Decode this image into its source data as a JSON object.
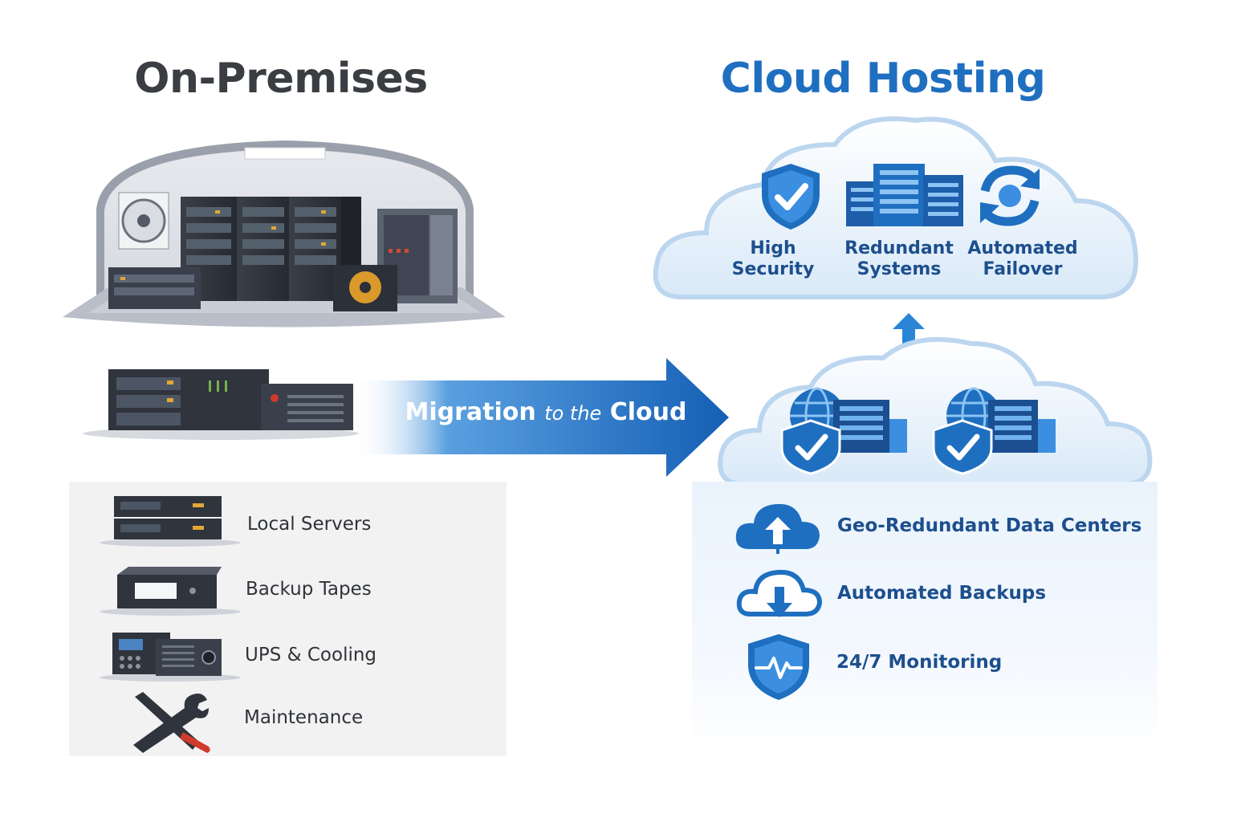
{
  "colors": {
    "brand_blue": "#1f6fc0",
    "dark_text": "#3a3d42",
    "cloud_text": "#1d4f8e"
  },
  "left": {
    "title": "On-Premises",
    "items": [
      {
        "icon": "server-stack-icon",
        "label": "Local Servers"
      },
      {
        "icon": "tape-drive-icon",
        "label": "Backup Tapes"
      },
      {
        "icon": "ups-cooling-icon",
        "label": "UPS & Cooling"
      },
      {
        "icon": "wrench-screwdriver-icon",
        "label": "Maintenance"
      }
    ]
  },
  "migration": {
    "part1": "Migration",
    "part2": "to the",
    "part3": "Cloud"
  },
  "right": {
    "title": "Cloud Hosting",
    "top_cloud": [
      {
        "icon": "shield-check-icon",
        "line1": "High",
        "line2": "Security"
      },
      {
        "icon": "server-building-icon",
        "line1": "Redundant",
        "line2": "Systems"
      },
      {
        "icon": "sync-arrows-icon",
        "line1": "Automated",
        "line2": "Failover"
      }
    ],
    "items": [
      {
        "icon": "cloud-upload-icon",
        "label": "Geo-Redundant Data Centers"
      },
      {
        "icon": "cloud-download-icon",
        "label": "Automated Backups"
      },
      {
        "icon": "shield-pulse-icon",
        "label": "24/7 Monitoring"
      }
    ]
  }
}
